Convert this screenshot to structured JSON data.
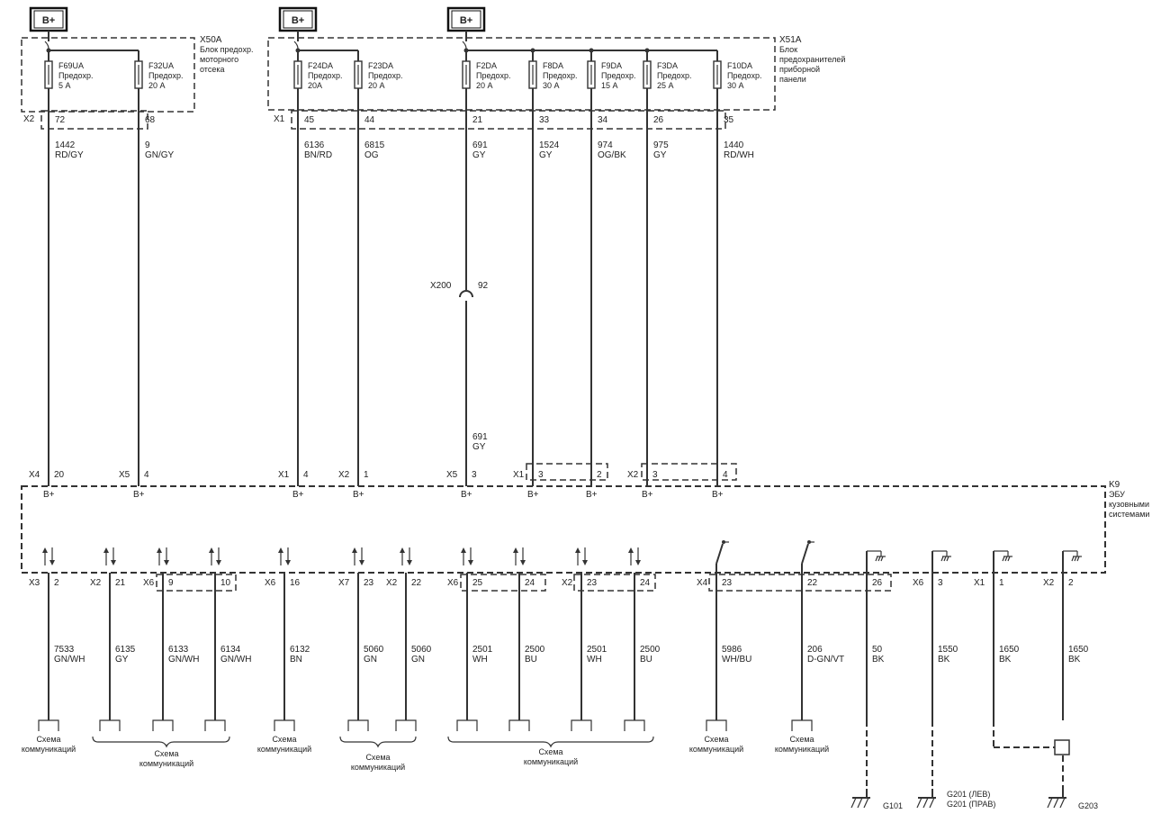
{
  "bplus_label": "B+",
  "fuse_blocks": [
    {
      "ref": "X50A",
      "lines": [
        "Блок предохр.",
        "моторного",
        "отсека"
      ]
    },
    {
      "ref": "X51A",
      "lines": [
        "Блок",
        "предохранителей",
        "приборной",
        "панели"
      ]
    }
  ],
  "fuses": [
    {
      "name": "F69UA",
      "l1": "Предохр.",
      "l2": "5 А"
    },
    {
      "name": "F32UA",
      "l1": "Предохр.",
      "l2": "20 А"
    },
    {
      "name": "F24DA",
      "l1": "Предохр.",
      "l2": "20А"
    },
    {
      "name": "F23DA",
      "l1": "Предохр.",
      "l2": "20 А"
    },
    {
      "name": "F2DA",
      "l1": "Предохр.",
      "l2": "20 А"
    },
    {
      "name": "F8DA",
      "l1": "Предохр.",
      "l2": "30 А"
    },
    {
      "name": "F9DA",
      "l1": "Предохр.",
      "l2": "15 А"
    },
    {
      "name": "F3DA",
      "l1": "Предохр.",
      "l2": "25 А"
    },
    {
      "name": "F10DA",
      "l1": "Предохр.",
      "l2": "30 А"
    }
  ],
  "top_connectors": [
    "X2",
    "X1"
  ],
  "top_pins": [
    "72",
    "68",
    "45",
    "44",
    "21",
    "33",
    "34",
    "26",
    "35"
  ],
  "top_wires": [
    {
      "num": "1442",
      "color": "RD/GY"
    },
    {
      "num": "9",
      "color": "GN/GY"
    },
    {
      "num": "6136",
      "color": "BN/RD"
    },
    {
      "num": "6815",
      "color": "OG"
    },
    {
      "num": "691",
      "color": "GY"
    },
    {
      "num": "1524",
      "color": "GY"
    },
    {
      "num": "974",
      "color": "OG/BK"
    },
    {
      "num": "975",
      "color": "GY"
    },
    {
      "num": "1440",
      "color": "RD/WH"
    }
  ],
  "inline_connector": {
    "ref": "X200",
    "pin": "92"
  },
  "wire_691_lower": {
    "num": "691",
    "color": "GY"
  },
  "module_in_pins": [
    {
      "conn": "X4",
      "pin": "20"
    },
    {
      "conn": "X5",
      "pin": "4"
    },
    {
      "conn": "X1",
      "pin": "4"
    },
    {
      "conn": "X2",
      "pin": "1"
    },
    {
      "conn": "X5",
      "pin": "3"
    },
    {
      "conn": "X1",
      "pin": "3"
    },
    {
      "conn": "",
      "pin": "2"
    },
    {
      "conn": "X2",
      "pin": "3"
    },
    {
      "conn": "",
      "pin": "4"
    }
  ],
  "module": {
    "ref": "K9",
    "lines": [
      "ЭБУ",
      "кузовными",
      "системами"
    ]
  },
  "bottom_pins": [
    {
      "conn": "X3",
      "pin": "2"
    },
    {
      "conn": "X2",
      "pin": "21"
    },
    {
      "conn": "X6",
      "pin": "9"
    },
    {
      "conn": "",
      "pin": "10"
    },
    {
      "conn": "X6",
      "pin": "16"
    },
    {
      "conn": "X7",
      "pin": "23"
    },
    {
      "conn": "X2",
      "pin": "22"
    },
    {
      "conn": "X6",
      "pin": "25"
    },
    {
      "conn": "",
      "pin": "24"
    },
    {
      "conn": "X2",
      "pin": "23"
    },
    {
      "conn": "",
      "pin": "24"
    },
    {
      "conn": "X4",
      "pin": "23"
    },
    {
      "conn": "",
      "pin": "22"
    },
    {
      "conn": "",
      "pin": "26"
    },
    {
      "conn": "X6",
      "pin": "3"
    },
    {
      "conn": "X1",
      "pin": "1"
    },
    {
      "conn": "X2",
      "pin": "2"
    }
  ],
  "bottom_wires": [
    {
      "num": "7533",
      "color": "GN/WH"
    },
    {
      "num": "6135",
      "color": "GY"
    },
    {
      "num": "6133",
      "color": "GN/WH"
    },
    {
      "num": "6134",
      "color": "GN/WH"
    },
    {
      "num": "6132",
      "color": "BN"
    },
    {
      "num": "5060",
      "color": "GN"
    },
    {
      "num": "5060",
      "color": "GN"
    },
    {
      "num": "2501",
      "color": "WH"
    },
    {
      "num": "2500",
      "color": "BU"
    },
    {
      "num": "2501",
      "color": "WH"
    },
    {
      "num": "2500",
      "color": "BU"
    },
    {
      "num": "5986",
      "color": "WH/BU"
    },
    {
      "num": "206",
      "color": "D-GN/VT"
    },
    {
      "num": "50",
      "color": "BK"
    },
    {
      "num": "1550",
      "color": "BK"
    },
    {
      "num": "1650",
      "color": "BK"
    },
    {
      "num": "1650",
      "color": "BK"
    }
  ],
  "comm_labels": {
    "l1": "Схема",
    "l2": "коммуникаций"
  },
  "grounds": {
    "g101": "G101",
    "g201a": "G201 (ЛЕВ)",
    "g201b": "G201 (ПРАВ)",
    "g203": "G203"
  }
}
